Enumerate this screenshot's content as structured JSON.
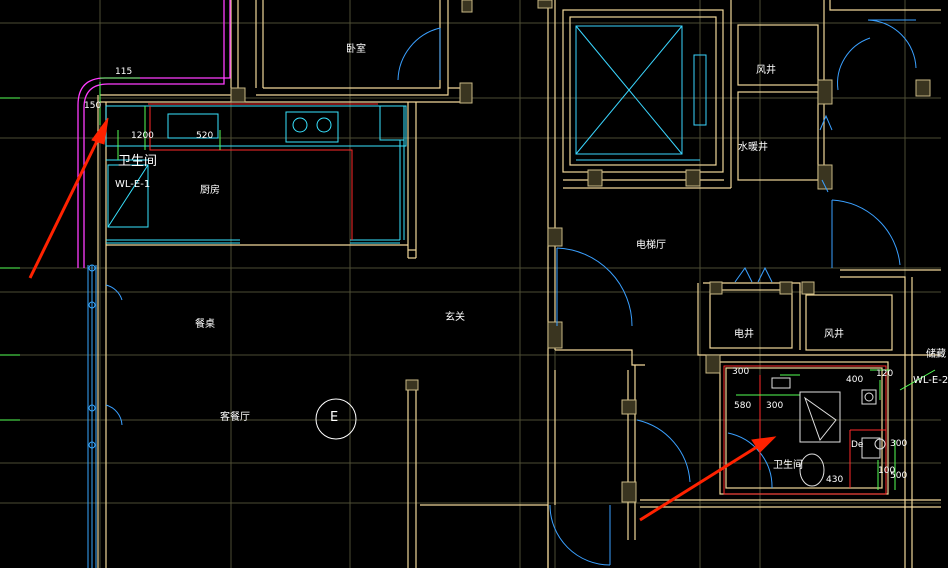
{
  "rooms": {
    "bedroom": "卧室",
    "kitchen": "厨房",
    "bathroom_left": "卫生间",
    "bathroom_right": "卫生间",
    "dining": "餐桌",
    "living": "客餐厅",
    "entrance": "玄关",
    "elevator_hall": "电梯厅",
    "shaft_wind_top": "风井",
    "shaft_water": "水暖井",
    "shaft_electric": "电井",
    "shaft_wind_mid": "风井",
    "partial_right": "储藏"
  },
  "tags": {
    "wl_left": "WL-E-1",
    "wl_right": "WL-E-2",
    "grid_e": "E"
  },
  "dims": {
    "d115": "115",
    "d150": "150",
    "d1200": "1200",
    "d520": "520",
    "d580": "580",
    "d300a": "300",
    "d400": "400",
    "d120": "120",
    "d300b": "300",
    "d100": "100",
    "d430": "430",
    "d300c": "300",
    "d500": "500",
    "dem": "De"
  },
  "colors": {
    "wall": "#f1d79a",
    "grid": "#5a5a3a",
    "pipe": "#ff2a2a",
    "cyan": "#38e3ff",
    "green": "#55ff55",
    "magenta": "#ff3cff",
    "arrow": "#ff2200",
    "hatch": "#c8b884"
  }
}
